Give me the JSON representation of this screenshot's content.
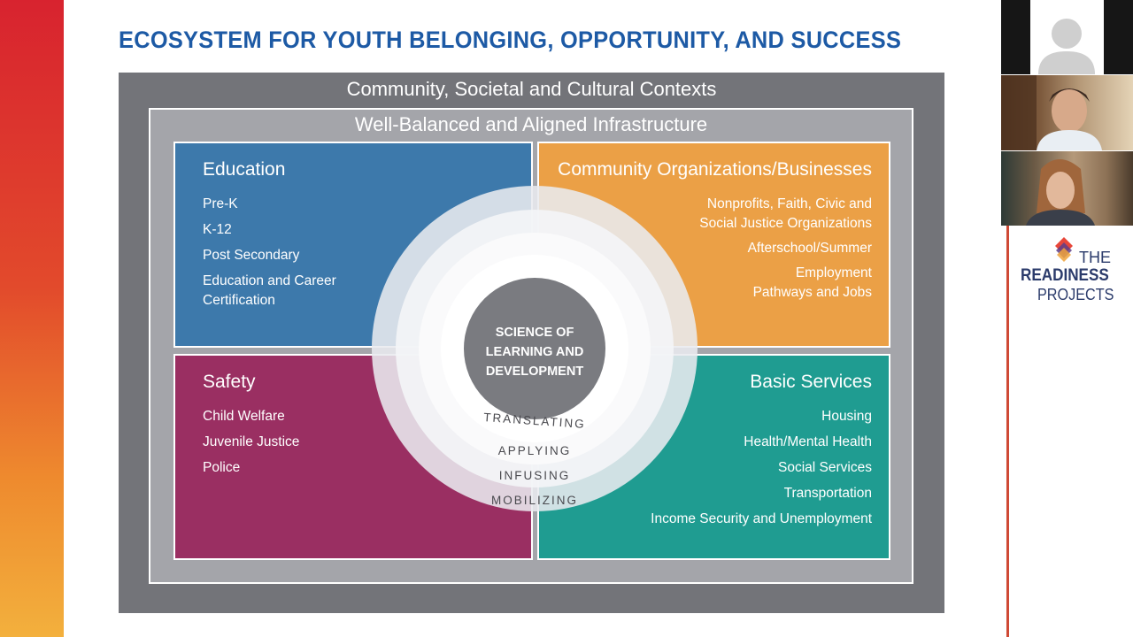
{
  "slide": {
    "title": "ECOSYSTEM FOR YOUTH BELONGING, OPPORTUNITY, AND SUCCESS",
    "outer_context": "Community, Societal and Cultural Contexts",
    "infrastructure": "Well-Balanced and Aligned Infrastructure",
    "quadrants": {
      "education": {
        "title": "Education",
        "items": [
          "Pre-K",
          "K-12",
          "Post Secondary",
          "Education and Career\nCertification"
        ],
        "color": "#3d79ab"
      },
      "community": {
        "title": "Community Organizations/Businesses",
        "items": [
          "Nonprofits, Faith, Civic and\nSocial Justice Organizations",
          "Afterschool/Summer",
          "Employment\nPathways and Jobs"
        ],
        "color": "#eba046"
      },
      "safety": {
        "title": "Safety",
        "items": [
          "Child Welfare",
          "Juvenile Justice",
          "Police"
        ],
        "color": "#9a2f62"
      },
      "basic_services": {
        "title": "Basic Services",
        "items": [
          "Housing",
          "Health/Mental Health",
          "Social Services",
          "Transportation",
          "Income Security and Unemployment"
        ],
        "color": "#1f9c91"
      }
    },
    "core": {
      "line1": "SCIENCE OF",
      "line2": "LEARNING AND",
      "line3": "DEVELOPMENT"
    },
    "rings": [
      "TRANSLATING",
      "APPLYING",
      "INFUSING",
      "MOBILIZING"
    ]
  },
  "sidebar": {
    "participants": [
      {
        "icon": "user-avatar-icon"
      },
      {
        "icon": "video-feed-icon"
      },
      {
        "icon": "video-feed-icon"
      }
    ],
    "logo": {
      "line1": "THE",
      "line2": "READINESS",
      "line3": "PROJECTS"
    }
  },
  "colors": {
    "title_blue": "#1d5aa5",
    "outer_gray": "#737479",
    "inner_gray": "#a4a5aa",
    "left_bar_top": "#d8232f",
    "left_bar_bottom": "#f3b03d"
  }
}
